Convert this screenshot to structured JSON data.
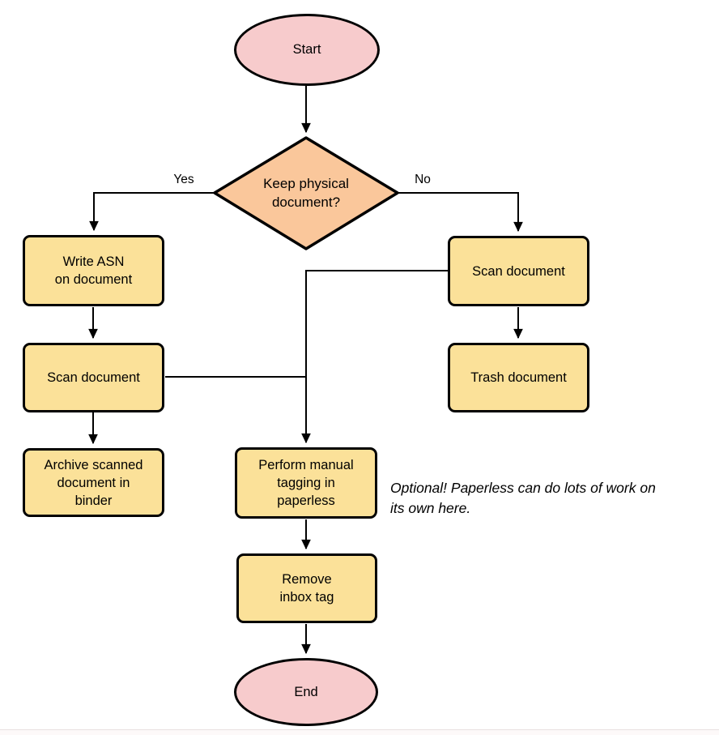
{
  "colors": {
    "process_fill": "#FBE199",
    "decision_fill": "#FAC79B",
    "terminal_fill": "#F7CBCC",
    "stroke": "#000000"
  },
  "nodes": {
    "start": {
      "label": "Start"
    },
    "decision": {
      "label": "Keep physical\ndocument?"
    },
    "write_asn": {
      "label": "Write ASN\non document"
    },
    "scan_left": {
      "label": "Scan document"
    },
    "archive": {
      "label": "Archive scanned\ndocument in\nbinder"
    },
    "scan_right": {
      "label": "Scan document"
    },
    "trash": {
      "label": "Trash document"
    },
    "perform_tagging": {
      "label": "Perform manual\ntagging in\npaperless"
    },
    "remove_inbox_tag": {
      "label": "Remove\ninbox tag"
    },
    "end": {
      "label": "End"
    }
  },
  "edge_labels": {
    "yes": "Yes",
    "no": "No"
  },
  "annotation": {
    "text": "Optional! Paperless can do lots of work on\nits own here."
  }
}
